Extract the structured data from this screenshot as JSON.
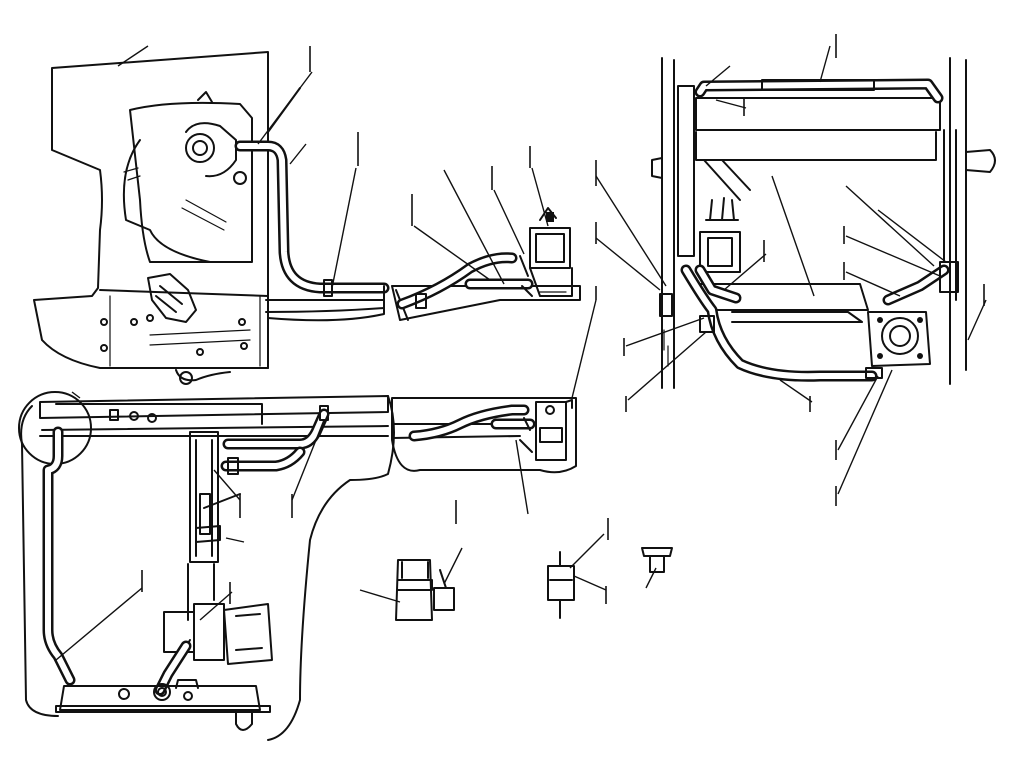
{
  "diagram": {
    "views": [
      "side-view",
      "top-view",
      "front-view",
      "detail-views"
    ],
    "callout_labels": []
  }
}
